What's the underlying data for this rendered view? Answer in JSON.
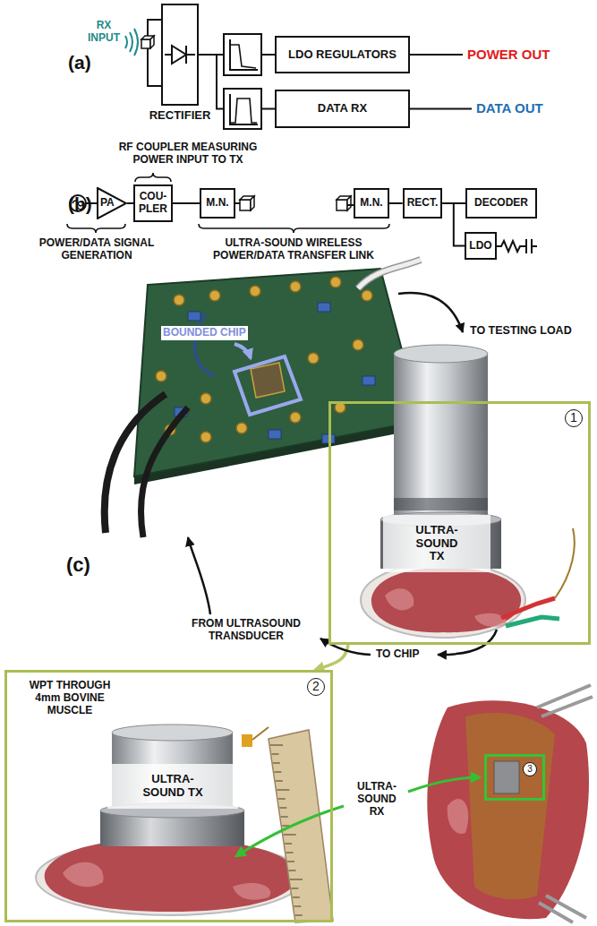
{
  "diagram": {
    "nodes": [
      {
        "text": [
          "RECTIFIER"
        ]
      },
      {
        "text": [
          "LDO REGULATORS"
        ]
      },
      {
        "text": [
          "DATA RX"
        ]
      },
      {
        "text": [
          "PA"
        ]
      },
      {
        "text": [
          "COU- PLER"
        ]
      },
      {
        "text": [
          "M.N."
        ]
      },
      {
        "text": [
          "M.N."
        ]
      },
      {
        "text": [
          "RECT."
        ]
      },
      {
        "text": [
          "DECODER"
        ]
      },
      {
        "text": [
          "LDO"
        ]
      },
      {
        "text": [
          "1"
        ]
      },
      {
        "text": [
          "ULTRA-SOUND TX"
        ],
        "in": 10
      },
      {
        "text": [
          "WPT THROUGH 4mm BOVINE MUSCLE",
          "2"
        ]
      },
      {
        "text": [
          "ULTRA-SOUND TX"
        ],
        "in": 12
      },
      {
        "text": [
          "3"
        ]
      }
    ],
    "edges": [
      {
        "from": 0,
        "to": 1,
        "arrow": "none"
      },
      {
        "from": 0,
        "to": 2,
        "arrow": "none"
      },
      {
        "from": 3,
        "to": 4,
        "arrow": "none"
      },
      {
        "from": 4,
        "to": 5,
        "arrow": "none"
      },
      {
        "from": 6,
        "to": 7,
        "arrow": "none"
      },
      {
        "from": 7,
        "to": 8,
        "arrow": "none"
      },
      {
        "from": 7,
        "to": 9,
        "arrow": "none"
      },
      {
        "from": 10,
        "to": 12,
        "arrow": "to"
      }
    ],
    "labels": [
      "(a)",
      "RX INPUT",
      "POWER OUT",
      "DATA OUT",
      "(b)",
      "RF COUPLER MEASURING POWER INPUT TO TX",
      "POWER/DATA SIGNAL GENERATION",
      "ULTRA-SOUND WIRELESS POWER/DATA TRANSFER LINK",
      "(c)",
      "BOUNDED CHIP",
      "TO TESTING LOAD",
      "FROM ULTRASOUND TRANSDUCER",
      "TO CHIP",
      "ULTRA-SOUND RX"
    ]
  }
}
